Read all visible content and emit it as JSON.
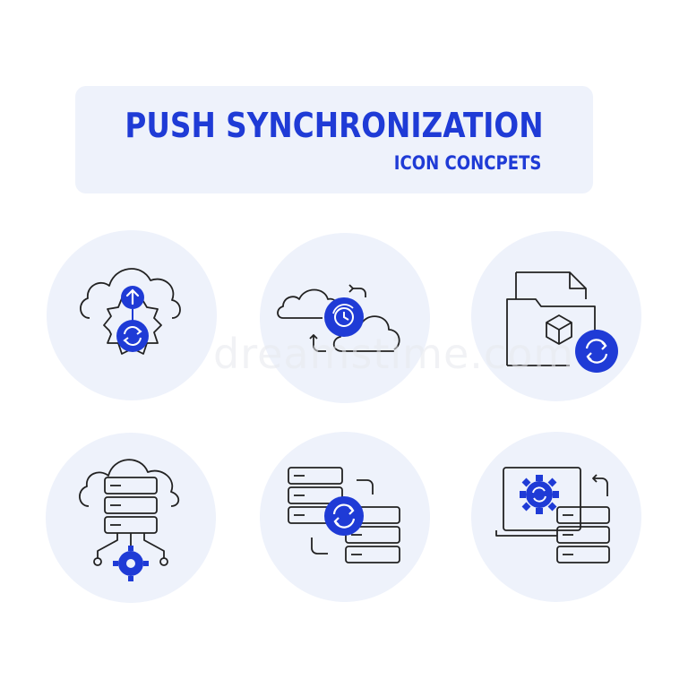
{
  "header": {
    "title": "PUSH SYNCHRONIZATION",
    "subtitle": "ICON CONCPETS"
  },
  "watermark": "dreamstime.com",
  "colors": {
    "accent": "#1f3bd6",
    "circle_bg": "#eef2fb",
    "stroke": "#222222"
  },
  "icons": [
    "cloud-gear-upload-sync-icon",
    "cloud-clock-sync-icon",
    "folder-cube-sync-icon",
    "cloud-server-gear-network-icon",
    "database-sync-icon",
    "laptop-gear-database-sync-icon"
  ]
}
